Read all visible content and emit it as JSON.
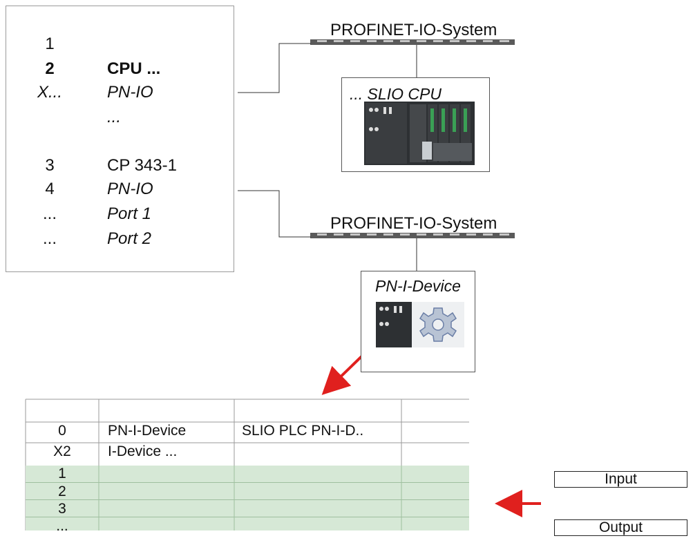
{
  "rack_table": {
    "rows": [
      {
        "num": "1",
        "name": ""
      },
      {
        "num": "2",
        "name": "CPU ..."
      },
      {
        "num": "X...",
        "name": "PN-IO"
      },
      {
        "num": "",
        "name": "..."
      },
      {
        "num": "3",
        "name": "CP 343-1"
      },
      {
        "num": "4",
        "name": "PN-IO"
      },
      {
        "num": "...",
        "name": "Port 1"
      },
      {
        "num": "...",
        "name": "Port 2"
      }
    ]
  },
  "network": {
    "bus1_label": "PROFINET-IO-System",
    "bus2_label": "PROFINET-IO-System",
    "cpu_device": {
      "label": "... SLIO CPU",
      "image_icon": "slio-cpu-module-icon"
    },
    "i_device": {
      "label": "PN-I-Device",
      "image_icon": "pn-i-device-gear-icon"
    }
  },
  "idevice_table": {
    "rows": [
      {
        "slot": "0",
        "module": "PN-I-Device",
        "order": "SLIO PLC PN-I-D.."
      },
      {
        "slot": "X2",
        "module": "I-Device ...",
        "order": ""
      },
      {
        "slot": "1",
        "module": "",
        "order": ""
      },
      {
        "slot": "2",
        "module": "",
        "order": ""
      },
      {
        "slot": "3",
        "module": "",
        "order": ""
      },
      {
        "slot": "...",
        "module": "",
        "order": ""
      }
    ]
  },
  "io_labels": {
    "input": "Input",
    "output": "Output"
  },
  "colors": {
    "arrow": "#e0201e",
    "green_rows": "#d6e8d6",
    "grid": "#9a9a9a"
  }
}
